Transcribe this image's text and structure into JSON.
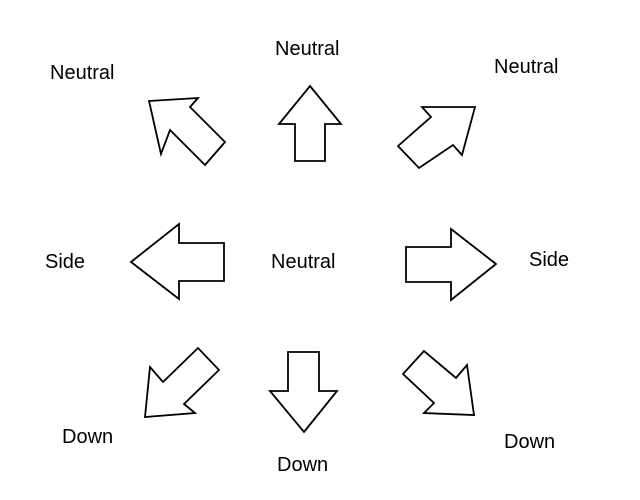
{
  "labels": {
    "top_left": "Neutral",
    "top": "Neutral",
    "top_right": "Neutral",
    "left": "Side",
    "center": "Neutral",
    "right": "Side",
    "bottom_left": "Down",
    "bottom": "Down",
    "bottom_right": "Down"
  },
  "colors": {
    "stroke": "#000000",
    "fill": "#ffffff",
    "text": "#000000"
  }
}
